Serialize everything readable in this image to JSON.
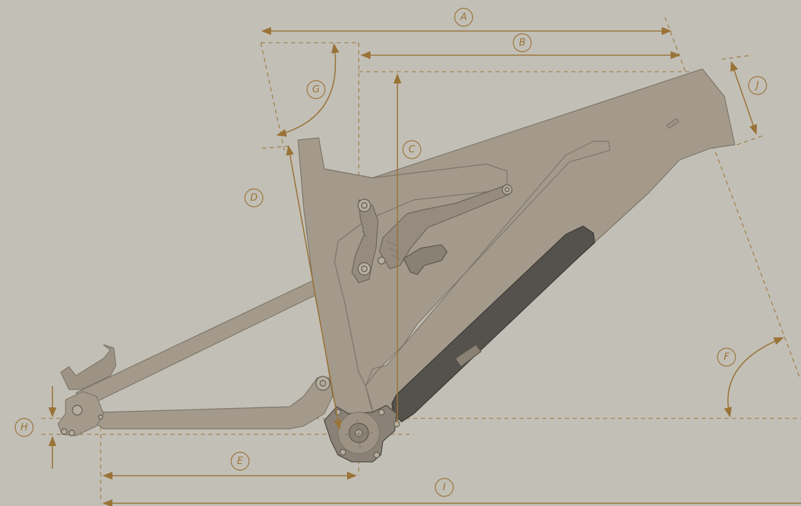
{
  "diagram": {
    "colors": {
      "background": "#c2bfb6",
      "dimension": "#9a7337",
      "frame": "#a39a8b",
      "frame_outline": "#7c7568",
      "battery": "#55514c"
    },
    "dimension_labels": [
      {
        "id": "A",
        "text": "A"
      },
      {
        "id": "B",
        "text": "B"
      },
      {
        "id": "C",
        "text": "C"
      },
      {
        "id": "D",
        "text": "D"
      },
      {
        "id": "E",
        "text": "E"
      },
      {
        "id": "F",
        "text": "F"
      },
      {
        "id": "G",
        "text": "G"
      },
      {
        "id": "H",
        "text": "H"
      },
      {
        "id": "I",
        "text": "I"
      },
      {
        "id": "J",
        "text": "J"
      }
    ]
  }
}
